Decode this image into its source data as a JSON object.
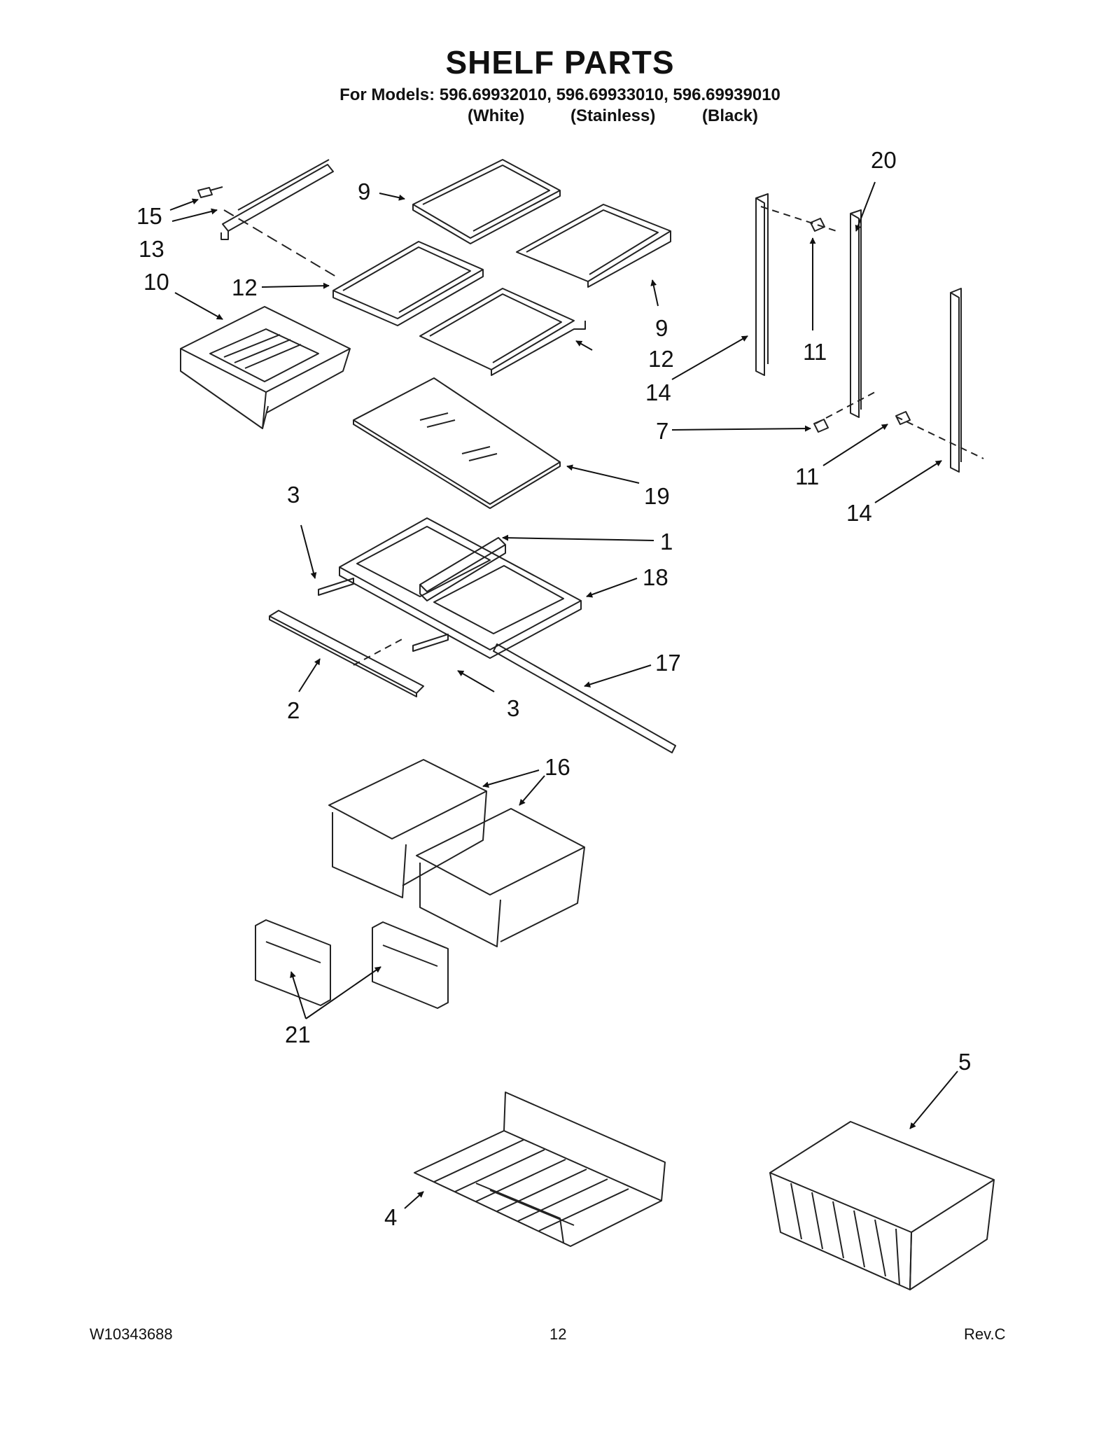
{
  "title": "SHELF PARTS",
  "models_line": "For Models: 596.69932010, 596.69933010, 596.69939010",
  "model_colors": [
    "(White)",
    "(Stainless)",
    "(Black)"
  ],
  "part_labels": {
    "p15": "15",
    "p13": "13",
    "p10": "10",
    "p12a": "12",
    "p9a": "9",
    "p9b": "9",
    "p12b": "12",
    "p20": "20",
    "p11a": "11",
    "p14a": "14",
    "p7": "7",
    "p11b": "11",
    "p14b": "14",
    "p19": "19",
    "p3a": "3",
    "p1": "1",
    "p18": "18",
    "p17": "17",
    "p2": "2",
    "p3b": "3",
    "p16": "16",
    "p21": "21",
    "p5": "5",
    "p4": "4"
  },
  "footer": {
    "doc_number": "W10343688",
    "page": "12",
    "revision": "Rev.C"
  }
}
